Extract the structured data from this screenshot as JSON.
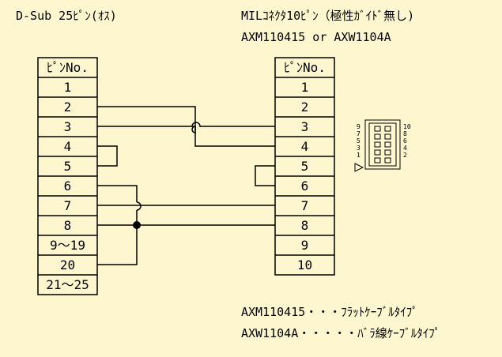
{
  "left_header": "D-Sub 25ﾋﾟﾝ(ｵｽ)",
  "right_header_line1": "MILｺﾈｸﾀ10ﾋﾟﾝ（極性ｶﾞｲﾄﾞ無し)",
  "right_header_line2": "AXM110415 or AXW1104A",
  "left_table": {
    "header": "ﾋﾟﾝNo.",
    "pins": [
      "1",
      "2",
      "3",
      "4",
      "5",
      "6",
      "7",
      "8",
      "9～19",
      "20",
      "21～25"
    ]
  },
  "right_table": {
    "header": "ﾋﾟﾝNo.",
    "pins": [
      "1",
      "2",
      "3",
      "4",
      "5",
      "6",
      "7",
      "8",
      "9",
      "10"
    ]
  },
  "connector_icon": {
    "left_numbers": [
      "9",
      "7",
      "5",
      "3",
      "1"
    ],
    "right_numbers": [
      "10",
      "8",
      "6",
      "4",
      "2"
    ]
  },
  "notes": [
    "AXM110415・・・ﾌﾗｯﾄｹｰﾌﾞﾙﾀｲﾌﾟ",
    "AXW1104A・・・・・ﾊﾞﾗ線ｹｰﾌﾞﾙﾀｲﾌﾟ"
  ]
}
